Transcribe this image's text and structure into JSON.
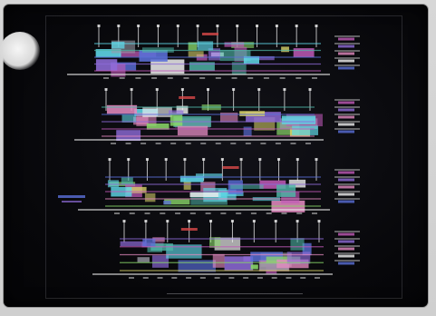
{
  "screen": {
    "background": "#07070a",
    "glare_color": "#f2f2f2"
  },
  "palette": {
    "white": "#f0f0f0",
    "cyan": "#5fd6e6",
    "teal": "#4fb7a8",
    "blue": "#5a6fd8",
    "violet": "#8e6bd8",
    "magenta": "#c05ab8",
    "pink": "#e48ac0",
    "green": "#8ad86a",
    "yellow": "#d8d26a",
    "red": "#d84848",
    "grey": "#9a9aa6"
  },
  "drawing": {
    "type": "building-elevation-drawing",
    "elevation_count": 4,
    "callout_groups_right": 4
  }
}
